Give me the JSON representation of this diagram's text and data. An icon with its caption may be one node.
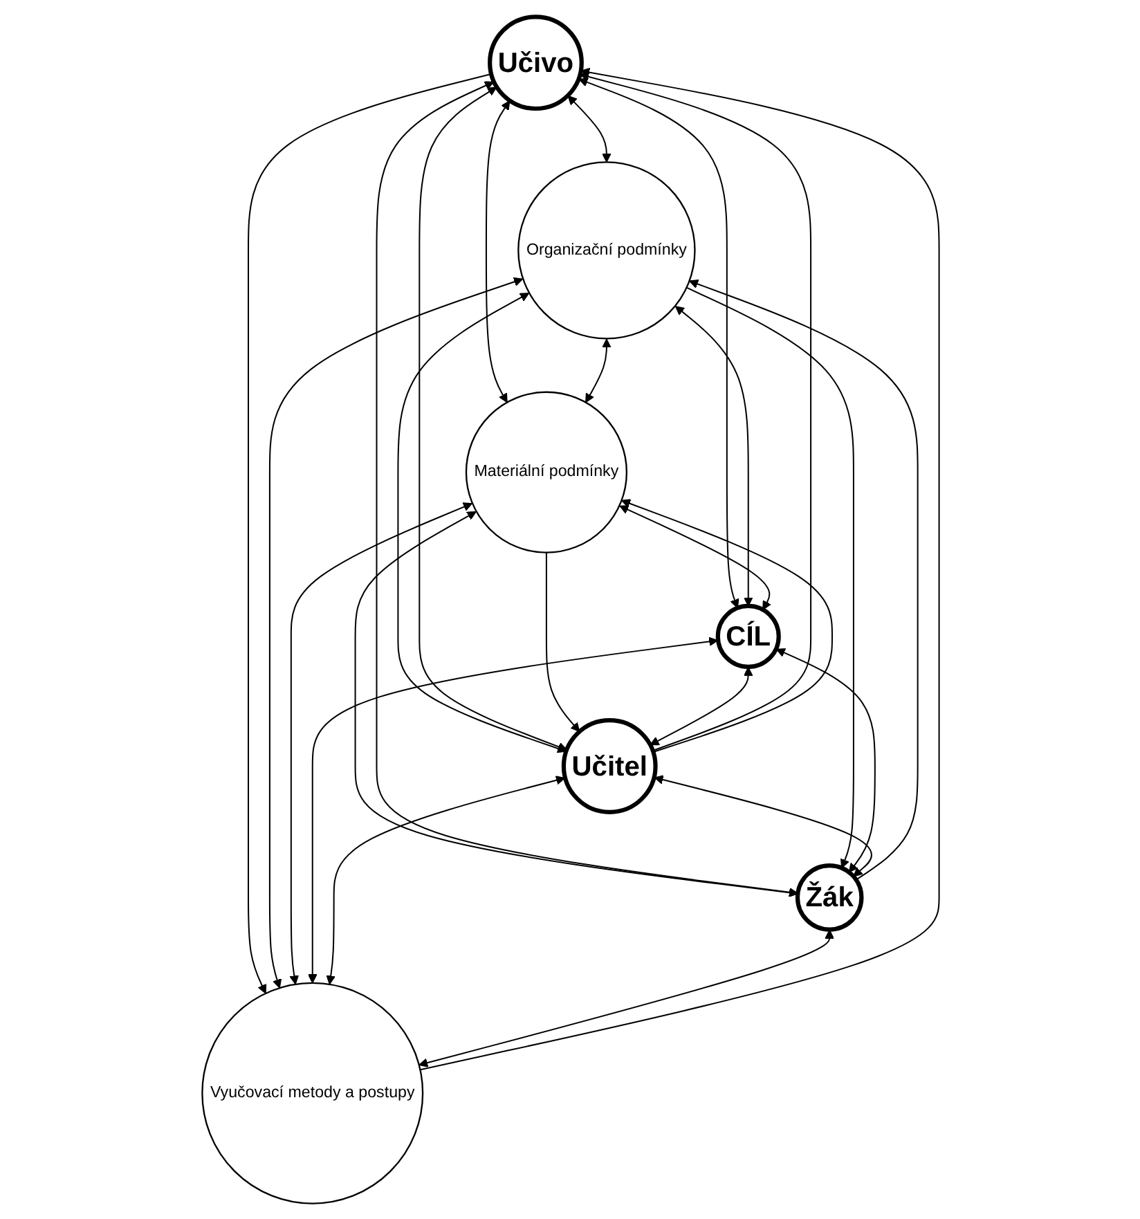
{
  "diagram": {
    "nodes": [
      {
        "text": [
          "Učivo"
        ]
      },
      {
        "text": [
          "Organizační podmínky"
        ]
      },
      {
        "text": [
          "Materiální podmínky"
        ]
      },
      {
        "text": [
          "CÍL"
        ]
      },
      {
        "text": [
          "Učitel"
        ]
      },
      {
        "text": [
          "Žák"
        ]
      },
      {
        "text": [
          "Vyučovací metody a postupy"
        ]
      }
    ],
    "edges": [
      {
        "from": 0,
        "to": 1,
        "arrow": "both"
      },
      {
        "from": 0,
        "to": 2,
        "arrow": "both"
      },
      {
        "from": 0,
        "to": 3,
        "arrow": "both"
      },
      {
        "from": 1,
        "to": 2,
        "arrow": "both"
      },
      {
        "from": 1,
        "to": 3,
        "arrow": "both"
      },
      {
        "from": 2,
        "to": 3,
        "arrow": "both"
      },
      {
        "from": 1,
        "to": 4,
        "arrow": "both"
      },
      {
        "from": 2,
        "to": 5,
        "arrow": "both"
      },
      {
        "from": 0,
        "to": 4,
        "arrow": "both"
      },
      {
        "from": 4,
        "to": 0,
        "arrow": "to"
      },
      {
        "from": 0,
        "to": 5,
        "arrow": "both"
      },
      {
        "from": 6,
        "to": 0,
        "arrow": "to"
      },
      {
        "from": 0,
        "to": 6,
        "arrow": "to"
      },
      {
        "from": 1,
        "to": 6,
        "arrow": "both"
      },
      {
        "from": 5,
        "to": 1,
        "arrow": "to"
      },
      {
        "from": 1,
        "to": 5,
        "arrow": "to"
      },
      {
        "from": 2,
        "to": 6,
        "arrow": "both"
      },
      {
        "from": 4,
        "to": 2,
        "arrow": "to"
      },
      {
        "from": 2,
        "to": 4,
        "arrow": "to"
      },
      {
        "from": 3,
        "to": 4,
        "arrow": "both"
      },
      {
        "from": 3,
        "to": 5,
        "arrow": "both"
      },
      {
        "from": 3,
        "to": 6,
        "arrow": "both"
      },
      {
        "from": 4,
        "to": 5,
        "arrow": "both"
      },
      {
        "from": 4,
        "to": 6,
        "arrow": "both"
      },
      {
        "from": 5,
        "to": 6,
        "arrow": "both"
      }
    ]
  }
}
